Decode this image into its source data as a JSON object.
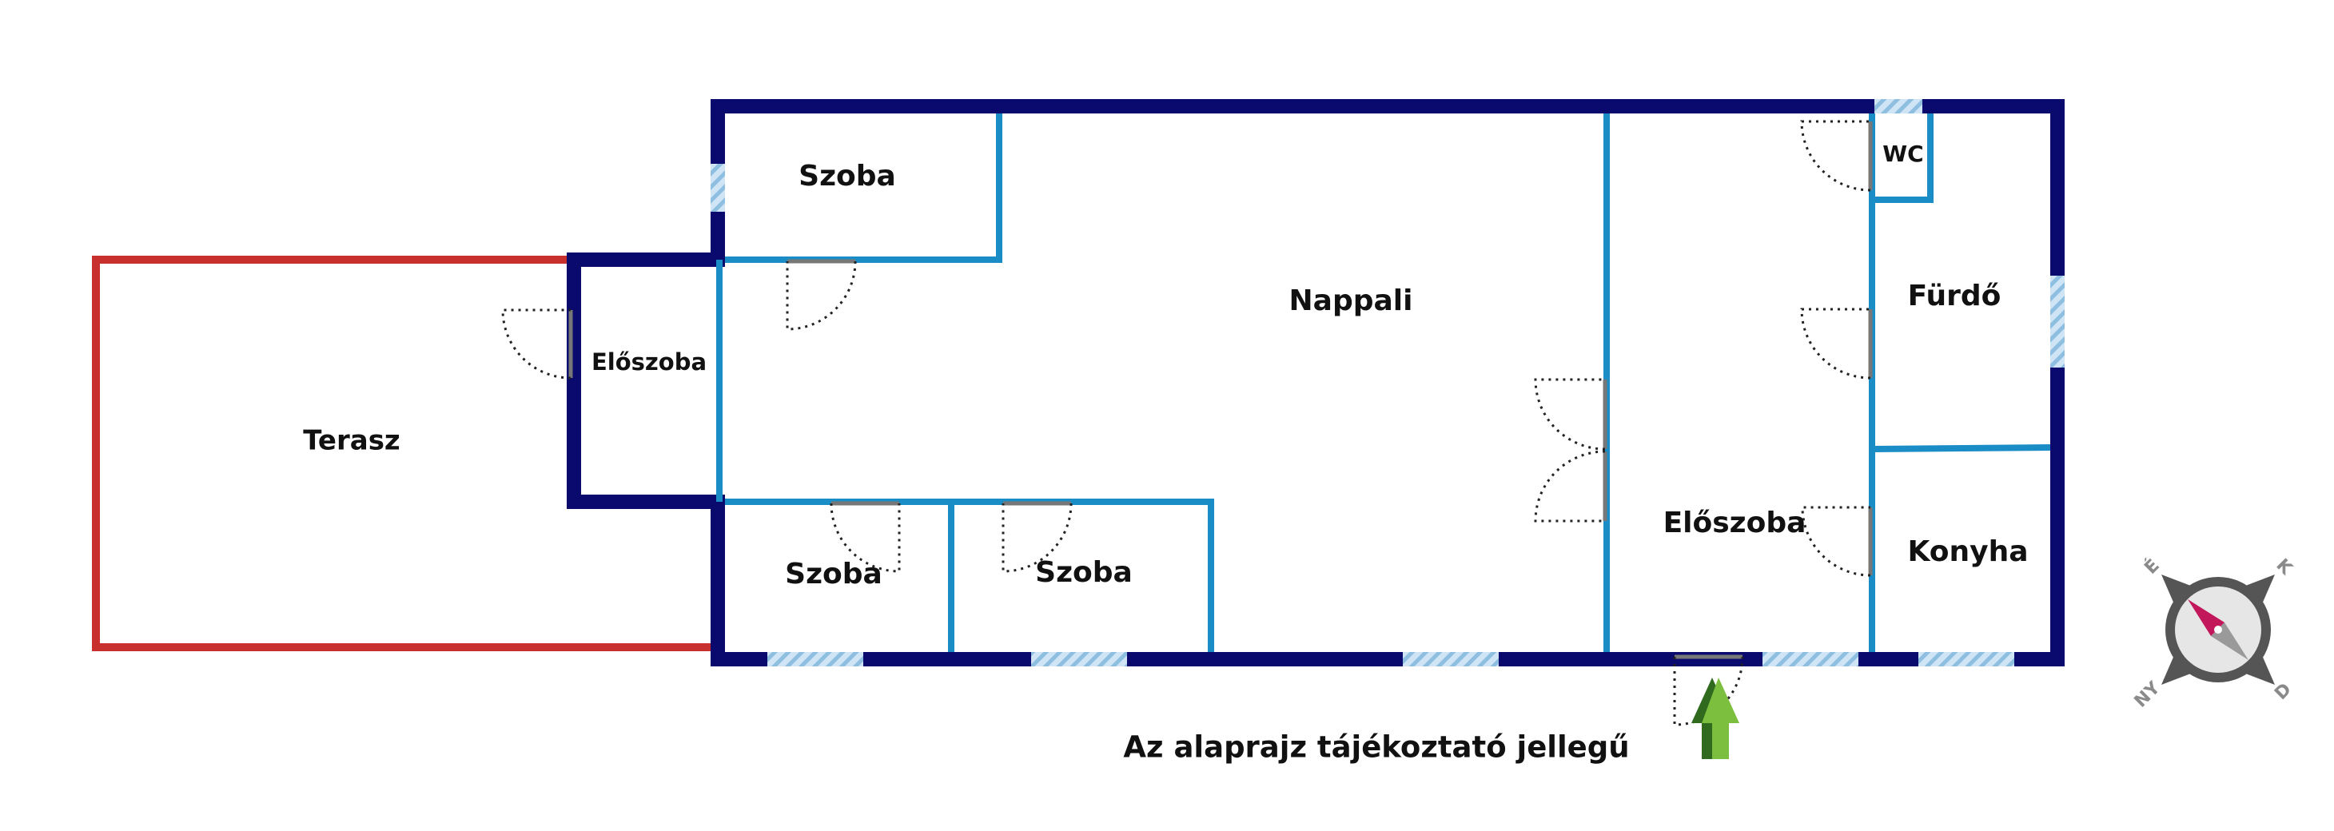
{
  "rooms": {
    "terasz": "Terasz",
    "eloszoba_left": "Előszoba",
    "szoba_top": "Szoba",
    "nappali": "Nappali",
    "szoba_bottom_left": "Szoba",
    "szoba_bottom_mid": "Szoba",
    "eloszoba_right": "Előszoba",
    "wc": "WC",
    "furdo": "Fürdő",
    "konyha": "Konyha"
  },
  "note": "Az alaprajz tájékoztató jellegű",
  "compass": {
    "north": "É",
    "east": "K",
    "south": "D",
    "west": "NY"
  },
  "colors": {
    "outer_wall": "#0a0a6e",
    "inner_wall": "#1a8cc6",
    "terrace_outline": "#c8302e",
    "window": "#9ec8e6",
    "entrance_arrow": "#4a8a2a",
    "compass_needle_north": "#c2185b",
    "compass_body": "#555555"
  },
  "icons": {
    "entrance": "entrance-arrow-icon",
    "compass": "compass-icon"
  }
}
